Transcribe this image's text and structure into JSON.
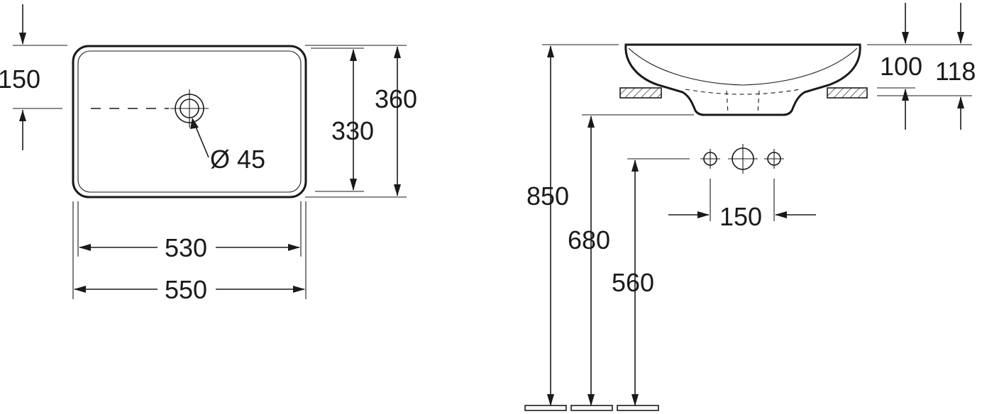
{
  "top_view": {
    "dim_hole_offset": "150",
    "dim_hole_diameter": "Ø 45",
    "dim_inner_depth": "330",
    "dim_outer_depth": "360",
    "dim_inner_width": "530",
    "dim_outer_width": "550"
  },
  "side_view": {
    "dim_rim_height": "850",
    "dim_bowl_height": "100",
    "dim_total_height": "118",
    "dim_outlet_height": "680",
    "dim_tap_height": "560",
    "dim_tap_spacing": "150"
  },
  "colors": {
    "ink": "#1a1a1a",
    "background": "#ffffff"
  }
}
